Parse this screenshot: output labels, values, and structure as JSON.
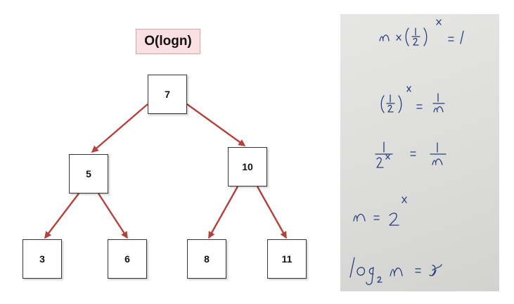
{
  "diagram": {
    "title": "O(logn)",
    "nodes": {
      "root": "7",
      "left": "5",
      "right": "10",
      "left_left": "3",
      "left_right": "6",
      "right_left": "8",
      "right_right": "11"
    },
    "edge_color": "#b5413c"
  },
  "handwritten_derivation": {
    "lines": [
      "n × (1/2)^x = 1",
      "(1/2)^x = 1/n",
      "1/2^x = 1/n",
      "n = 2^x",
      "log₂ n = x"
    ]
  }
}
